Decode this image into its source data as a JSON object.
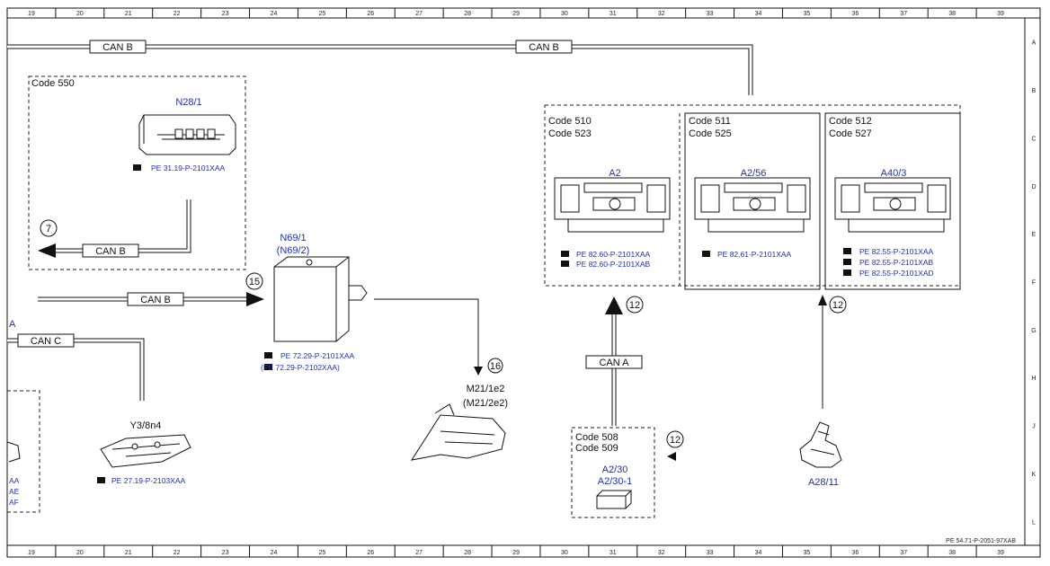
{
  "ruler": {
    "columns": [
      "19",
      "20",
      "21",
      "22",
      "23",
      "24",
      "25",
      "26",
      "27",
      "28",
      "29",
      "30",
      "31",
      "32",
      "33",
      "34",
      "35",
      "36",
      "37",
      "38",
      "39"
    ],
    "rows": [
      "A",
      "B",
      "C",
      "D",
      "E",
      "F",
      "G",
      "H",
      "J",
      "K",
      "L"
    ]
  },
  "document_id": "PE 54.71-P-2051-97XAB",
  "buses": {
    "can_b_top_left": "CAN B",
    "can_b_top_right": "CAN B",
    "can_b_code550": "CAN B",
    "can_b_mid": "CAN B",
    "can_c": "CAN C",
    "can_a": "CAN A"
  },
  "connectors": {
    "c7": "7",
    "c15": "15",
    "c16": "16",
    "c12_a": "12",
    "c12_b": "12",
    "c12_c": "12"
  },
  "groups": {
    "code550": "Code 550",
    "g1_line1": "Code 510",
    "g1_line2": "Code 523",
    "g2_line1": "Code 511",
    "g2_line2": "Code 525",
    "g3_line1": "Code 512",
    "g3_line2": "Code 527",
    "g4_line1": "Code 508",
    "g4_line2": "Code 509"
  },
  "components": {
    "n28": {
      "label": "N28/1",
      "refs": [
        "PE 31.19-P-2101XAA"
      ]
    },
    "n69": {
      "label1": "N69/1",
      "label2": "(N69/2)",
      "refs": [
        "PE 72.29-P-2101XAA",
        "(PE 72.29-P-2102XAA)"
      ]
    },
    "y3": {
      "label": "Y3/8n4",
      "refs": [
        "PE 27.19-P-2103XAA"
      ]
    },
    "m21": {
      "label1": "M21/1e2",
      "label2": "(M21/2e2)"
    },
    "a2": {
      "label": "A2",
      "refs": [
        "PE 82.60-P-2101XAA",
        "PE 82.60-P-2101XAB"
      ]
    },
    "a2_56": {
      "label": "A2/56",
      "refs": [
        "PE 82.61-P-2101XAA"
      ]
    },
    "a40": {
      "label": "A40/3",
      "refs": [
        "PE 82.55-P-2101XAA",
        "PE 82.55-P-2101XAB",
        "PE 82.55-P-2101XAD"
      ]
    },
    "a2_30": {
      "label1": "A2/30",
      "label2": "A2/30-1"
    },
    "a28": {
      "label": "A28/11"
    }
  },
  "left_edge": {
    "a_label": "A",
    "ref_fragments": [
      "AA",
      "AE",
      "AF"
    ]
  }
}
